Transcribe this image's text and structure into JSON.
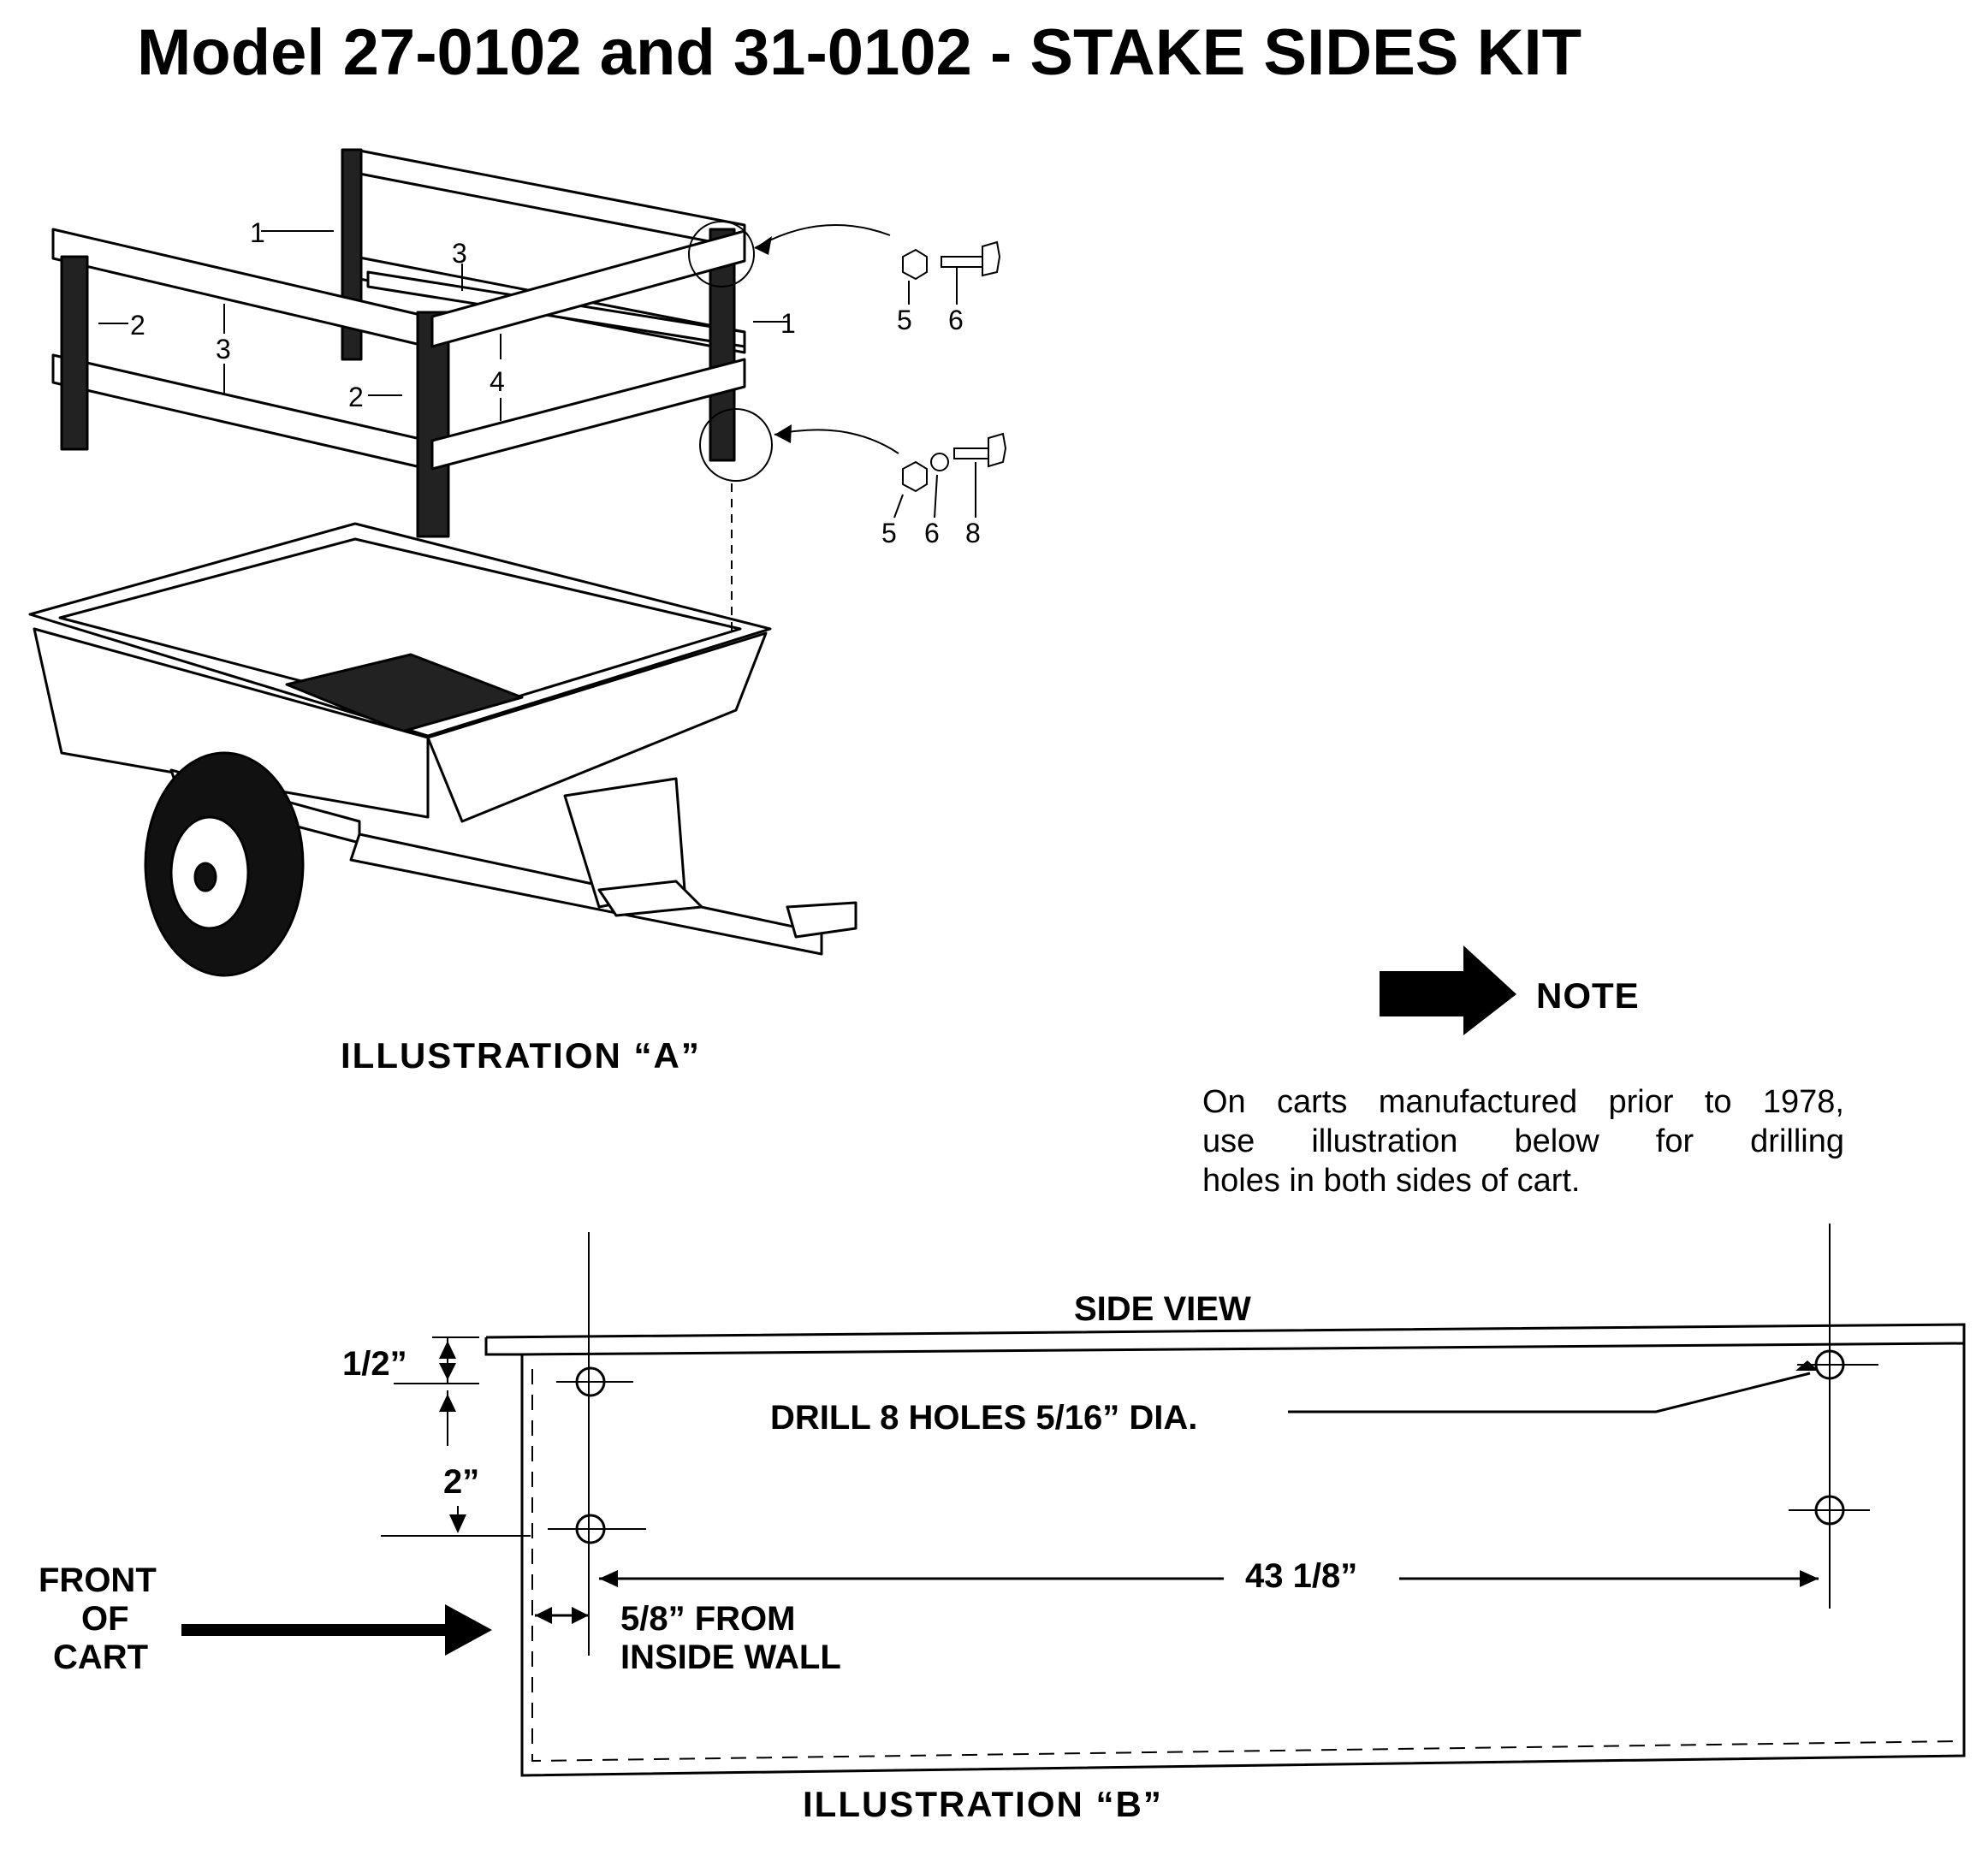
{
  "title": "Model 27-0102 and 31-0102 - STAKE SIDES KIT",
  "illustration_a": {
    "caption": "ILLUSTRATION “A”",
    "callouts": {
      "c1_left": "1",
      "c1_right": "1",
      "c2_left": "2",
      "c2_mid": "2",
      "c3_top": "3",
      "c3_left": "3",
      "c4": "4",
      "hw_top": [
        "5",
        "6"
      ],
      "hw_bottom": [
        "5",
        "6",
        "8"
      ]
    }
  },
  "note": {
    "label": "NOTE",
    "lines": [
      "On carts manufactured prior to 1978,",
      "use illustration below for drilling",
      "holes in both sides of cart."
    ]
  },
  "illustration_b": {
    "caption": "ILLUSTRATION “B”",
    "side_view": "SIDE VIEW",
    "drill_label": "DRILL 8 HOLES 5/16” DIA.",
    "dim_half": "1/2”",
    "dim_two": "2”",
    "dim_span": "43 1/8”",
    "dim_offset_line1": "5/8” FROM",
    "dim_offset_line2": "INSIDE WALL",
    "front_line1": "FRONT",
    "front_line2": "OF",
    "front_line3": "CART"
  }
}
